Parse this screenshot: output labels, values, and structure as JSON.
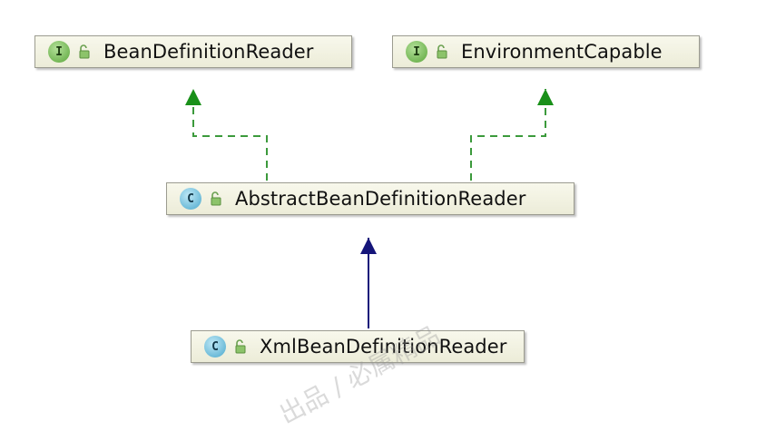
{
  "diagram": {
    "nodes": [
      {
        "id": "bdr",
        "kind": "I",
        "label": "BeanDefinitionReader"
      },
      {
        "id": "ec",
        "kind": "I",
        "label": "EnvironmentCapable"
      },
      {
        "id": "abdr",
        "kind": "C",
        "label": "AbstractBeanDefinitionReader"
      },
      {
        "id": "xbdr",
        "kind": "C",
        "label": "XmlBeanDefinitionReader"
      }
    ],
    "edges": [
      {
        "from": "abdr",
        "to": "bdr",
        "type": "implements",
        "style": "dashed",
        "color": "#3c9a3c"
      },
      {
        "from": "abdr",
        "to": "ec",
        "type": "implements",
        "style": "dashed",
        "color": "#3c9a3c"
      },
      {
        "from": "xbdr",
        "to": "abdr",
        "type": "extends",
        "style": "solid",
        "color": "#15157a"
      }
    ],
    "badge_colors": {
      "interface": "#6db54a",
      "class": "#5fb5d8"
    },
    "icons": {
      "visibility": "open-lock-icon"
    },
    "watermark": "出品 / 必属精品"
  }
}
